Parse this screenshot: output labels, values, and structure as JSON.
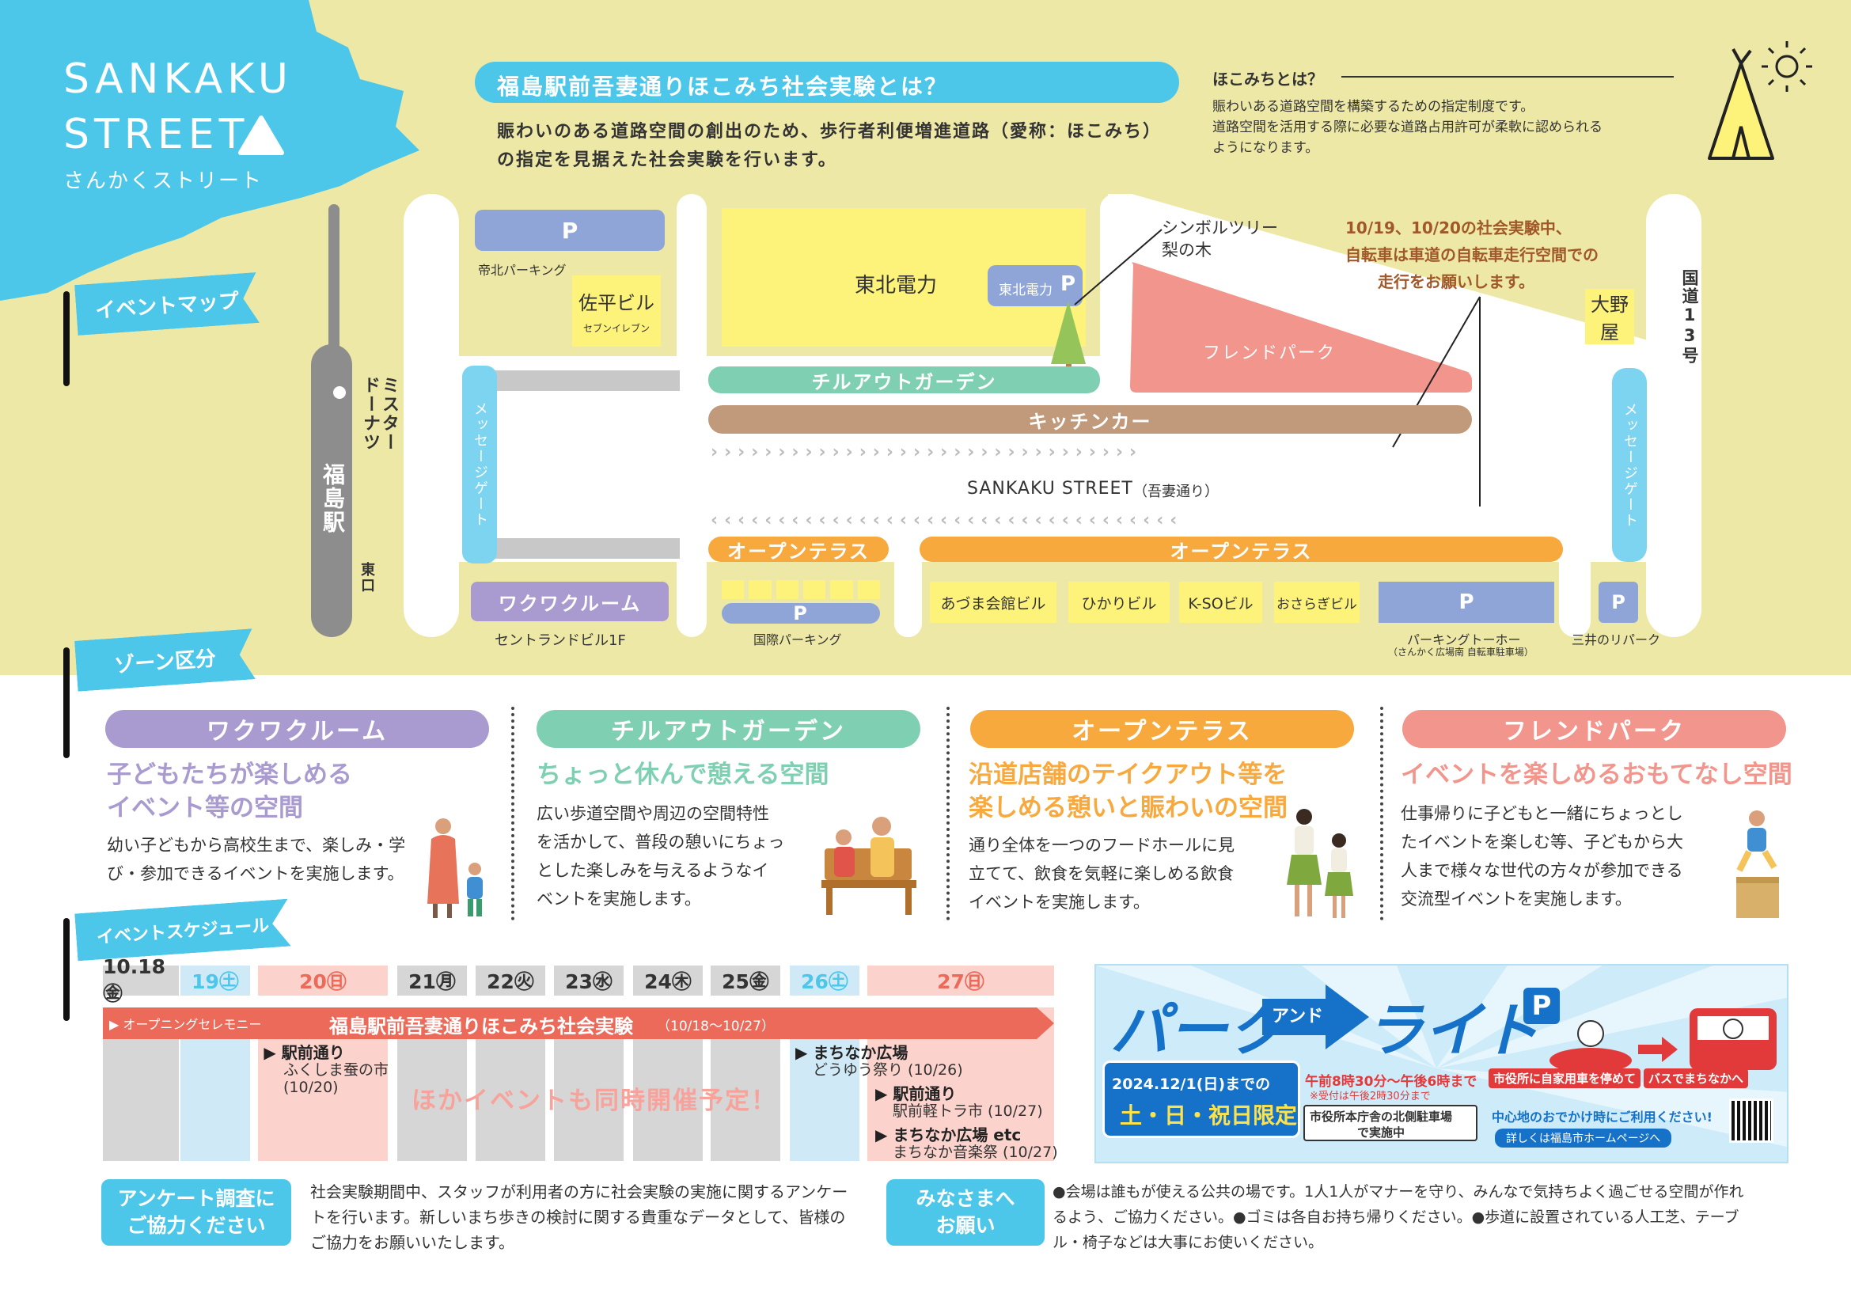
{
  "logo": {
    "line1": "SANKAKU",
    "line2": "STREET",
    "sub": "さんかくストリート"
  },
  "header": {
    "banner": "福島駅前吾妻通りほこみち社会実験とは？",
    "desc_line1": "賑わいのある道路空間の創出のため、歩行者利便増進道路（愛称：ほこみち）",
    "desc_line2": "の指定を見据えた社会実験を行います。"
  },
  "hokomichi": {
    "title": "ほこみちとは？",
    "line1": "賑わいある道路空間を構築するための指定制度です。",
    "line2": "道路空間を活用する際に必要な道路占用許可が柔軟に認められる",
    "line3": "ようになります。"
  },
  "sections": {
    "event_map": "イベントマップ",
    "zone": "ゾーン区分",
    "schedule": "イベントスケジュール"
  },
  "map": {
    "mister_donut": "ミスタードーナツ",
    "fukushima_station": "福島駅",
    "east_exit": "東口",
    "p_label": "P",
    "teihoku_parking": "帝北パーキング",
    "sahei_building": "佐平ビル",
    "seven_eleven": "セブンイレブン",
    "tohoku_electric": "東北電力",
    "tohoku_electric_p": "東北電力",
    "symbol_tree": "シンボルツリー",
    "pear_tree": "梨の木",
    "bike_notice_line1": "10/19、10/20の社会実験中、",
    "bike_notice_line2": "自転車は車道の自転車走行空間での",
    "bike_notice_line3": "走行をお願いします。",
    "ohnoya": "大野屋",
    "route13": "国道13号",
    "friend_park": "フレンドパーク",
    "chillout_garden": "チルアウトガーデン",
    "kitchen_car": "キッチンカー",
    "message_gate": "メッセージゲート",
    "street_name": "SANKAKU STREET",
    "street_name_sub": "（吾妻通り）",
    "chevrons_right": "››››››››››››››››››››››››››››››››",
    "chevrons_left": "‹‹‹‹‹‹‹‹‹‹‹‹‹‹‹‹‹‹‹‹‹‹‹‹‹‹‹‹‹‹‹‹‹‹‹",
    "open_terrace": "オープンテラス",
    "wakuwaku_room": "ワクワクルーム",
    "central_building": "セントランドビル1F",
    "kokusai_parking": "国際パーキング",
    "azuma_kaikan": "あづま会館ビル",
    "hikari_building": "ひかりビル",
    "kso_building": "K-SOビル",
    "osaragi_building": "おさらぎビル",
    "parking_toho": "パーキングトーホー",
    "parking_toho_sub": "（さんかく広場南 自転車駐車場）",
    "mitsui_repark": "三井のリパーク"
  },
  "zones": [
    {
      "name": "ワクワクルーム",
      "tag1": "子どもたちが楽しめる",
      "tag2": "イベント等の空間",
      "body1": "幼い子どもから高校生まで、楽しみ・学",
      "body2": "び・参加できるイベントを実施します。",
      "body3": "",
      "body4": "",
      "color": "#a99bd0"
    },
    {
      "name": "チルアウトガーデン",
      "tag1": "ちょっと休んで憩える空間",
      "tag2": "",
      "body1": "広い歩道空間や周辺の空間特性",
      "body2": "を活かして、普段の憩いにちょっ",
      "body3": "とした楽しみを与えるようなイ",
      "body4": "ベントを実施します。",
      "color": "#7fcfb2"
    },
    {
      "name": "オープンテラス",
      "tag1": "沿道店舗のテイクアウト等を",
      "tag2": "楽しめる憩いと賑わいの空間",
      "body1": "通り全体を一つのフードホールに見",
      "body2": "立てて、飲食を気軽に楽しめる飲食",
      "body3": "イベントを実施します。",
      "body4": "",
      "color": "#f7a93e"
    },
    {
      "name": "フレンドパーク",
      "tag1": "イベントを楽しめるおもてなし空間",
      "tag2": "",
      "body1": "仕事帰りに子どもと一緒にちょっとし",
      "body2": "たイベントを楽しむ等、子どもから大",
      "body3": "人まで様々な世代の方々が参加できる",
      "body4": "交流型イベントを実施します。",
      "color": "#f2958d"
    }
  ],
  "schedule": {
    "days": [
      "10.18㊎",
      "19㊏",
      "20㊐",
      "21㊊",
      "22㊋",
      "23㊌",
      "24㊍",
      "25㊎",
      "26㊏",
      "27㊐"
    ],
    "opening": "▶ オープニングセレモニー",
    "experiment": "福島駅前吾妻通りほこみち社会実験",
    "experiment_period": "（10/18〜10/27）",
    "ekimae": "▶ 駅前通り",
    "ekimae_sub": "ふくしま蚕の市",
    "ekimae_date": "(10/20)",
    "other_events": "ほかイベントも同時開催予定！",
    "machinaka": "▶ まちなか広場",
    "machinaka_sub": "どうゆう祭り (10/26)",
    "ekimae2": "▶ 駅前通り",
    "ekimae2_sub": "駅前軽トラ市 (10/27)",
    "machinaka2": "▶ まちなか広場 etc",
    "machinaka2_sub": "まちなか音楽祭 (10/27)"
  },
  "park_ride": {
    "title1": "パーク",
    "and": "アンド",
    "title2": "ライド",
    "p": "P",
    "until": "2024.12/1(日)までの",
    "days": "土・日・祝日限定",
    "time": "午前8時30分〜午後6時まで",
    "time_note": "※受付は午後2時30分まで",
    "place_line1": "市役所本庁舎の北側駐車場",
    "place_line2": "で実施中",
    "step1": "市役所に自家用車を停めて",
    "step2": "バスでまちなかへ",
    "cta": "中心地のおでかけ時にご利用ください!",
    "more": "詳しくは福島市ホームページへ"
  },
  "notes": {
    "survey_box_line1": "アンケート調査に",
    "survey_box_line2": "ご協力ください",
    "survey_line1": "社会実験期間中、スタッフが利用者の方に社会実験の実施に関するアンケー",
    "survey_line2": "トを行います。新しいまち歩きの検討に関する貴重なデータとして、皆様の",
    "survey_line3": "ご協力をお願いいたします。",
    "request_box_line1": "みなさまへ",
    "request_box_line2": "お願い",
    "request_line1": "●会場は誰もが使える公共の場です。1人1人がマナーを守り、みんなで気持ちよく過ごせる空間が作れ",
    "request_line2": "るよう、ご協力ください。●ゴミは各自お持ち帰りください。●歩道に設置されている人工芝、テーブ",
    "request_line3": "ル・椅子などは大事にお使いください。"
  },
  "colors": {
    "map_bg": "#ede8a5",
    "sky": "#4cc7ea",
    "yellow_building": "#fdf27a",
    "parking_blue": "#8fa5d8",
    "friend_pink": "#f2958d",
    "chill_green": "#7fcfb2",
    "kitchen_brown": "#c09a7b",
    "terrace_orange": "#f7a93e",
    "waku_purple": "#a99bd0",
    "station_gray": "#8d8d8d"
  }
}
